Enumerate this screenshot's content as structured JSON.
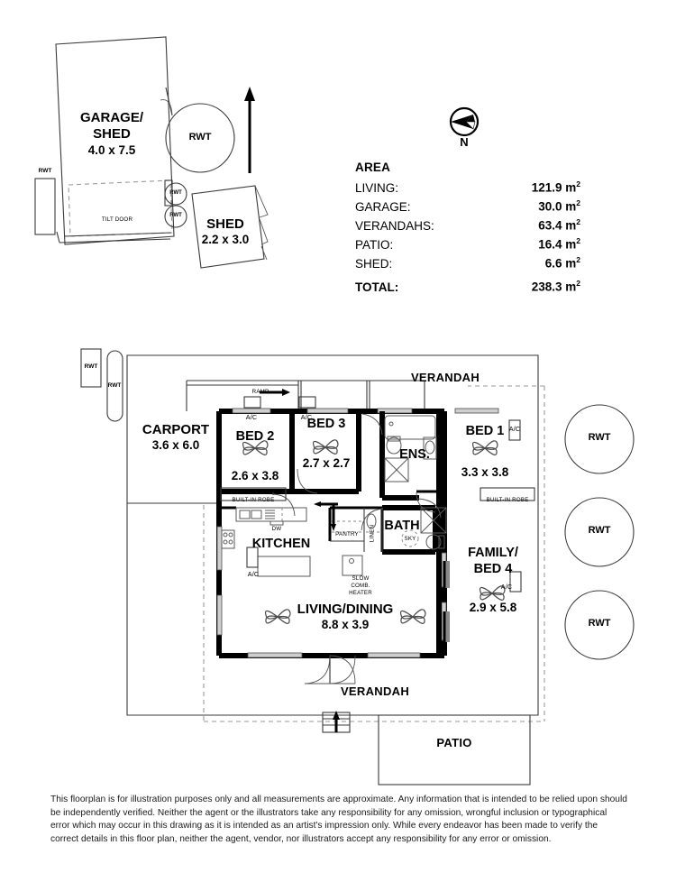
{
  "area": {
    "heading": "AREA",
    "rows": [
      {
        "label": "LIVING:",
        "value": "121.9 m",
        "unit": "2"
      },
      {
        "label": "GARAGE:",
        "value": "30.0 m",
        "unit": "2"
      },
      {
        "label": "VERANDAHS:",
        "value": "63.4 m",
        "unit": "2"
      },
      {
        "label": "PATIO:",
        "value": "16.4 m",
        "unit": "2"
      },
      {
        "label": "SHED:",
        "value": "6.6 m",
        "unit": "2"
      }
    ],
    "total": {
      "label": "TOTAL:",
      "value": "238.3 m",
      "unit": "2"
    }
  },
  "compass": {
    "label": "N"
  },
  "outbuildings": {
    "garage": {
      "name_line1": "GARAGE/",
      "name_line2": "SHED",
      "dimensions": "4.0 x 7.5",
      "door_label": "TILT DOOR"
    },
    "shed": {
      "name": "SHED",
      "dimensions": "2.2 x 3.0"
    },
    "tanks": [
      {
        "id": "garage-rwt-left",
        "label": "RWT"
      },
      {
        "id": "garage-rwt-circle",
        "label": "RWT"
      },
      {
        "id": "garage-rwt-small1",
        "label": "RWT"
      },
      {
        "id": "garage-rwt-small2",
        "label": "RWT"
      }
    ]
  },
  "plan": {
    "carport": {
      "name": "CARPORT",
      "dimensions": "3.6 x 6.0"
    },
    "bed2": {
      "name": "BED 2",
      "dimensions": "2.6 x 3.8"
    },
    "bed3": {
      "name": "BED 3",
      "dimensions": "2.7 x 2.7"
    },
    "bed1": {
      "name": "BED 1",
      "dimensions": "3.3 x 3.8"
    },
    "ensuite": {
      "name": "ENS."
    },
    "bath": {
      "name": "BATH",
      "skylight": "SKY"
    },
    "kitchen": {
      "name": "KITCHEN",
      "dishwasher": "DW"
    },
    "pantry": {
      "name": "PANTRY"
    },
    "linen": {
      "name": "LINEN"
    },
    "heater": {
      "line1": "SLOW",
      "line2": "COMB.",
      "line3": "HEATER"
    },
    "living": {
      "name": "LIVING/DINING",
      "dimensions": "8.8 x 3.9"
    },
    "family": {
      "name_line1": "FAMILY/",
      "name_line2": "BED 4",
      "dimensions": "2.9 x 5.8"
    },
    "verandah_top": {
      "name": "VERANDAH"
    },
    "verandah_bottom": {
      "name": "VERANDAH"
    },
    "patio": {
      "name": "PATIO"
    },
    "ramp": {
      "name": "RAMP"
    },
    "robes": [
      {
        "id": "robe-bed2",
        "label": "BUILT-IN ROBE"
      },
      {
        "id": "robe-bed1",
        "label": "BUILT-IN ROBE"
      }
    ],
    "aircons": [
      {
        "id": "ac-bed2",
        "label": "A/C"
      },
      {
        "id": "ac-bed3",
        "label": "A/C"
      },
      {
        "id": "ac-bed1",
        "label": "A/C"
      },
      {
        "id": "ac-kitchen",
        "label": "A/C"
      },
      {
        "id": "ac-family",
        "label": "A/C"
      }
    ],
    "tanks": [
      {
        "id": "plan-rwt-rect",
        "label": "RWT"
      },
      {
        "id": "plan-rwt-pill",
        "label": "RWT"
      },
      {
        "id": "plan-rwt-right1",
        "label": "RWT"
      },
      {
        "id": "plan-rwt-right2",
        "label": "RWT"
      },
      {
        "id": "plan-rwt-right3",
        "label": "RWT"
      }
    ]
  },
  "disclaimer": {
    "text": "This floorplan is for illustration purposes only and all measurements are approximate. Any information that is intended to be relied upon should be independently verified. Neither the agent or the illustrators take any responsibility for any omission, wrongful inclusion or typographical error which may occur in this drawing as it is intended as an artist's impression only. While every endeavor has been made to verify the correct details in this floor plan, neither the agent, vendor, nor illustrators accept any responsibility for any error or omission."
  },
  "colors": {
    "wall": "#000000",
    "thin": "#333333",
    "fixture": "#666666",
    "dashed": "#999999",
    "glazing": "#cccccc",
    "background": "#ffffff"
  }
}
